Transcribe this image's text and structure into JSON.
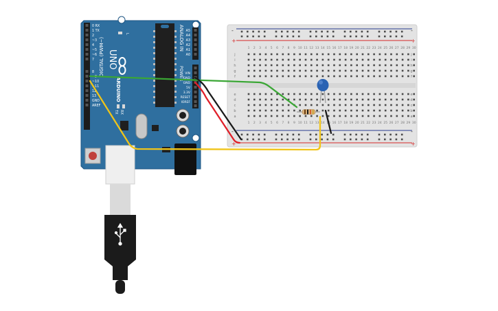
{
  "board": {
    "brand": "ARDUINO",
    "model": "UNO",
    "digital_header": "DIGITAL (PWM~)",
    "analog_header": "ANALOG IN",
    "power_header": "POWER",
    "digital_pins": [
      "0 RX",
      "1 TX",
      "2",
      "~3",
      "4",
      "~5",
      "~6",
      "7",
      "8",
      "~9",
      "~10",
      "~11",
      "12",
      "13",
      "GND",
      "AREF"
    ],
    "analog_pins": [
      "A5",
      "A4",
      "A3",
      "A2",
      "A1",
      "A0"
    ],
    "power_pins": [
      "VIN",
      "GND",
      "GND",
      "5V",
      "3.3V",
      "RESET",
      "IOREF"
    ],
    "led_tx": "TX",
    "led_rx": "RX",
    "led_l": "L"
  },
  "breadboard": {
    "column_numbers": [
      "1",
      "2",
      "3",
      "4",
      "5",
      "6",
      "7",
      "8",
      "9",
      "10",
      "11",
      "12",
      "13",
      "14",
      "15",
      "16",
      "17",
      "18",
      "19",
      "20",
      "21",
      "22",
      "23",
      "24",
      "25",
      "26",
      "27",
      "28",
      "29",
      "30"
    ],
    "rows_top": [
      "j",
      "i",
      "h",
      "g",
      "f"
    ],
    "rows_bottom": [
      "e",
      "d",
      "c",
      "b",
      "a"
    ],
    "rail_minus": "-",
    "rail_plus": "+"
  },
  "components": {
    "resistor": "resistor",
    "capacitor": "ceramic-capacitor"
  },
  "colors": {
    "board_blue": "#2f6f9f",
    "board_edge": "#1e5583",
    "breadboard": "#e3e3e3",
    "rail_red": "#d42a2a",
    "rail_blue": "#2a3d8f",
    "wire_green": "#3aa635",
    "wire_black": "#1a1a1a",
    "wire_red": "#e0202a",
    "wire_yellow": "#f0c419",
    "capacitor": "#2b63b3"
  }
}
